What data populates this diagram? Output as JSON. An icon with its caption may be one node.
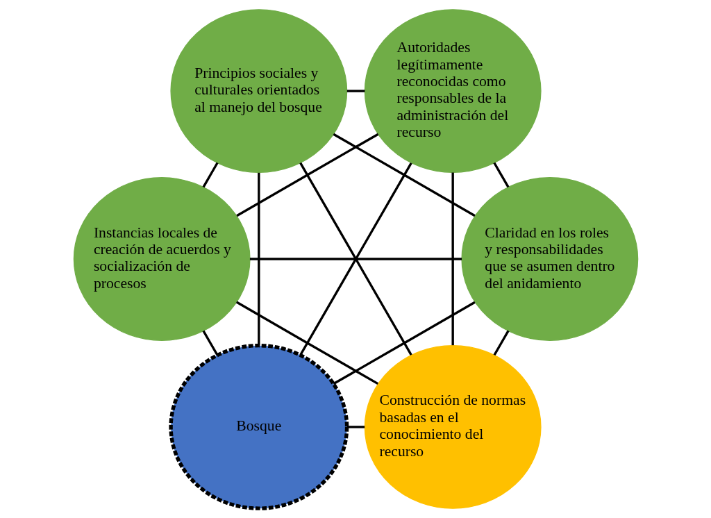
{
  "diagram": {
    "nodes": [
      {
        "text": [
          "Construcción de normas basadas en el conocimiento del recurso"
        ]
      },
      {
        "text": [
          "Claridad en los roles y responsabilidades que se asumen dentro del anidamiento"
        ]
      },
      {
        "text": [
          "Instancias locales de creación de acuerdos y socialización de procesos"
        ]
      },
      {
        "text": [
          "Principios sociales y culturales orientados al manejo del bosque"
        ]
      },
      {
        "text": [
          "Autoridades legítimamente reconocidas como responsables de la administración del recurso"
        ]
      },
      {
        "text": [
          "Bosque"
        ]
      }
    ],
    "edges": [
      {
        "from": 0,
        "to": 1,
        "arrow": "none"
      },
      {
        "from": 0,
        "to": 2,
        "arrow": "none"
      },
      {
        "from": 0,
        "to": 3,
        "arrow": "none"
      },
      {
        "from": 0,
        "to": 4,
        "arrow": "none"
      },
      {
        "from": 0,
        "to": 5,
        "arrow": "none"
      },
      {
        "from": 1,
        "to": 2,
        "arrow": "none"
      },
      {
        "from": 1,
        "to": 3,
        "arrow": "none"
      },
      {
        "from": 1,
        "to": 4,
        "arrow": "none"
      },
      {
        "from": 1,
        "to": 5,
        "arrow": "none"
      },
      {
        "from": 2,
        "to": 3,
        "arrow": "none"
      },
      {
        "from": 2,
        "to": 4,
        "arrow": "none"
      },
      {
        "from": 2,
        "to": 5,
        "arrow": "none"
      },
      {
        "from": 3,
        "to": 4,
        "arrow": "none"
      },
      {
        "from": 3,
        "to": 5,
        "arrow": "none"
      },
      {
        "from": 4,
        "to": 5,
        "arrow": "none"
      }
    ]
  }
}
